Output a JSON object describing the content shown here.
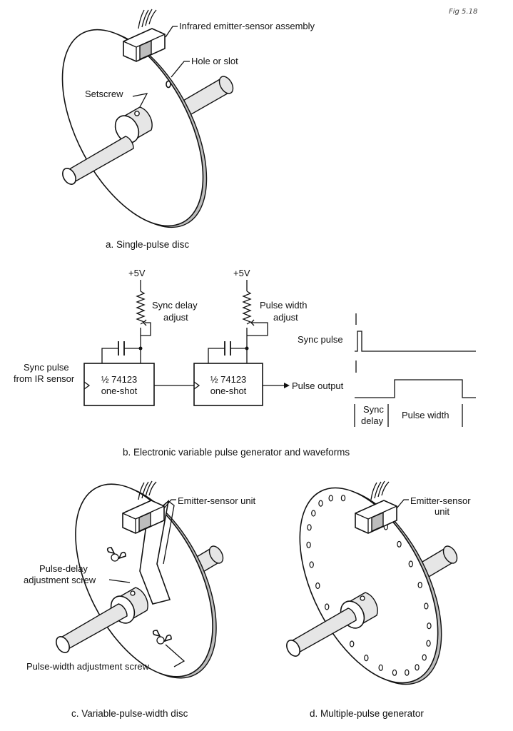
{
  "fig_ref": "Fig 5.18",
  "panel_a": {
    "caption": "a. Single-pulse disc",
    "emitter_label": "Infrared emitter-sensor assembly",
    "hole_label": "Hole or slot",
    "setscrew_label": "Setscrew"
  },
  "panel_b": {
    "caption": "b. Electronic variable pulse generator and waveforms",
    "supply1": "+5V",
    "supply2": "+5V",
    "pot1_label_1": "Sync delay",
    "pot1_label_2": "adjust",
    "pot2_label_1": "Pulse width",
    "pot2_label_2": "adjust",
    "input_label_1": "Sync pulse",
    "input_label_2": "from IR sensor",
    "chip1_line1": "½ 74123",
    "chip1_line2": "one-shot",
    "chip2_line1": "½ 74123",
    "chip2_line2": "one-shot",
    "output_label": "Pulse output",
    "wave_sync_label": "Sync pulse",
    "delay_label_1": "Sync",
    "delay_label_2": "delay",
    "width_label": "Pulse width"
  },
  "panel_c": {
    "caption": "c. Variable-pulse-width disc",
    "emitter_label": "Emitter-sensor unit",
    "delay_screw_label_1": "Pulse-delay",
    "delay_screw_label_2": "adjustment screw",
    "width_screw_label": "Pulse-width adjustment screw"
  },
  "panel_d": {
    "caption": "d. Multiple-pulse generator",
    "emitter_label_1": "Emitter-sensor",
    "emitter_label_2": "unit"
  }
}
